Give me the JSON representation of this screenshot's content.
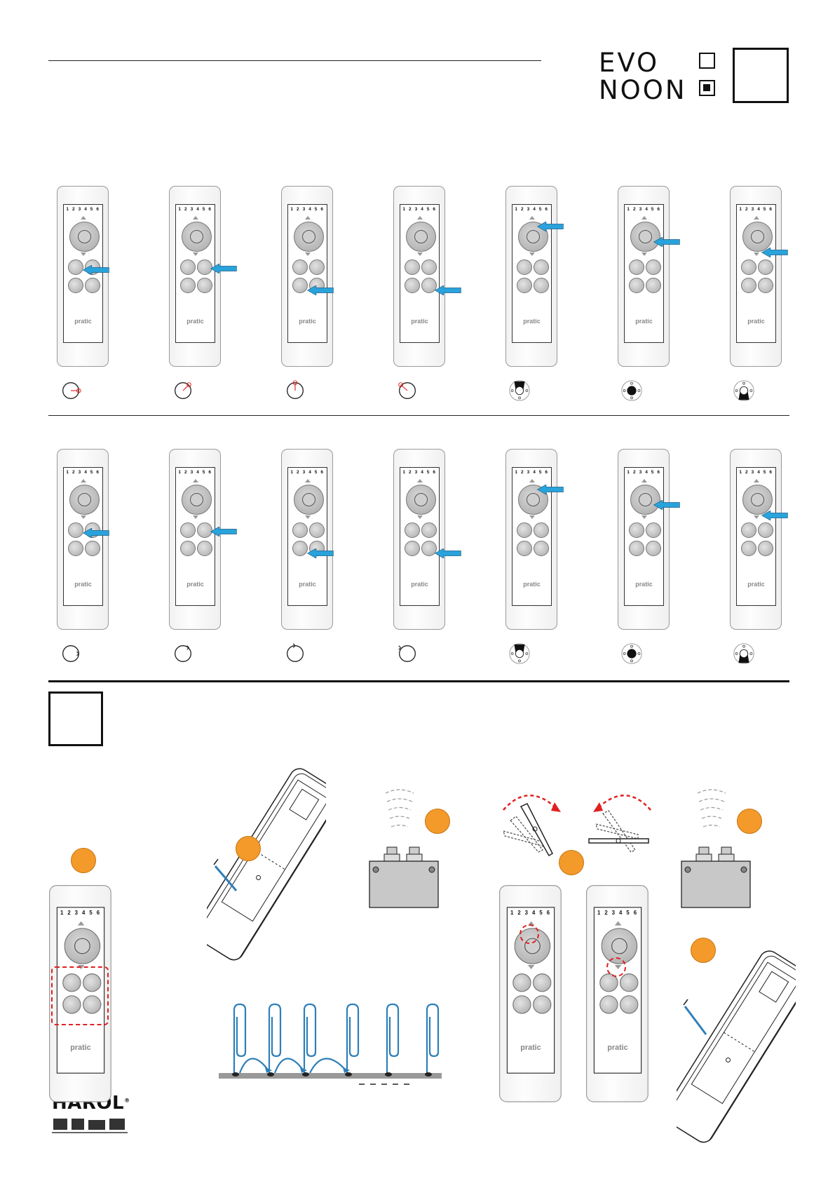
{
  "header": {
    "brand_line1": "EVO",
    "brand_line2": "NOON",
    "evo_checked": false,
    "noon_checked": true
  },
  "remote": {
    "channel_numbers": "1 2 3 4 5 6",
    "brand": "pratic"
  },
  "footer_logo": {
    "text": "HAROL",
    "mark": "®"
  },
  "colors": {
    "arrow_blue": "#29a3dc",
    "step_orange": "#f39a2a",
    "marker_red": "#e02020",
    "clip_blue": "#2e7fb8"
  }
}
